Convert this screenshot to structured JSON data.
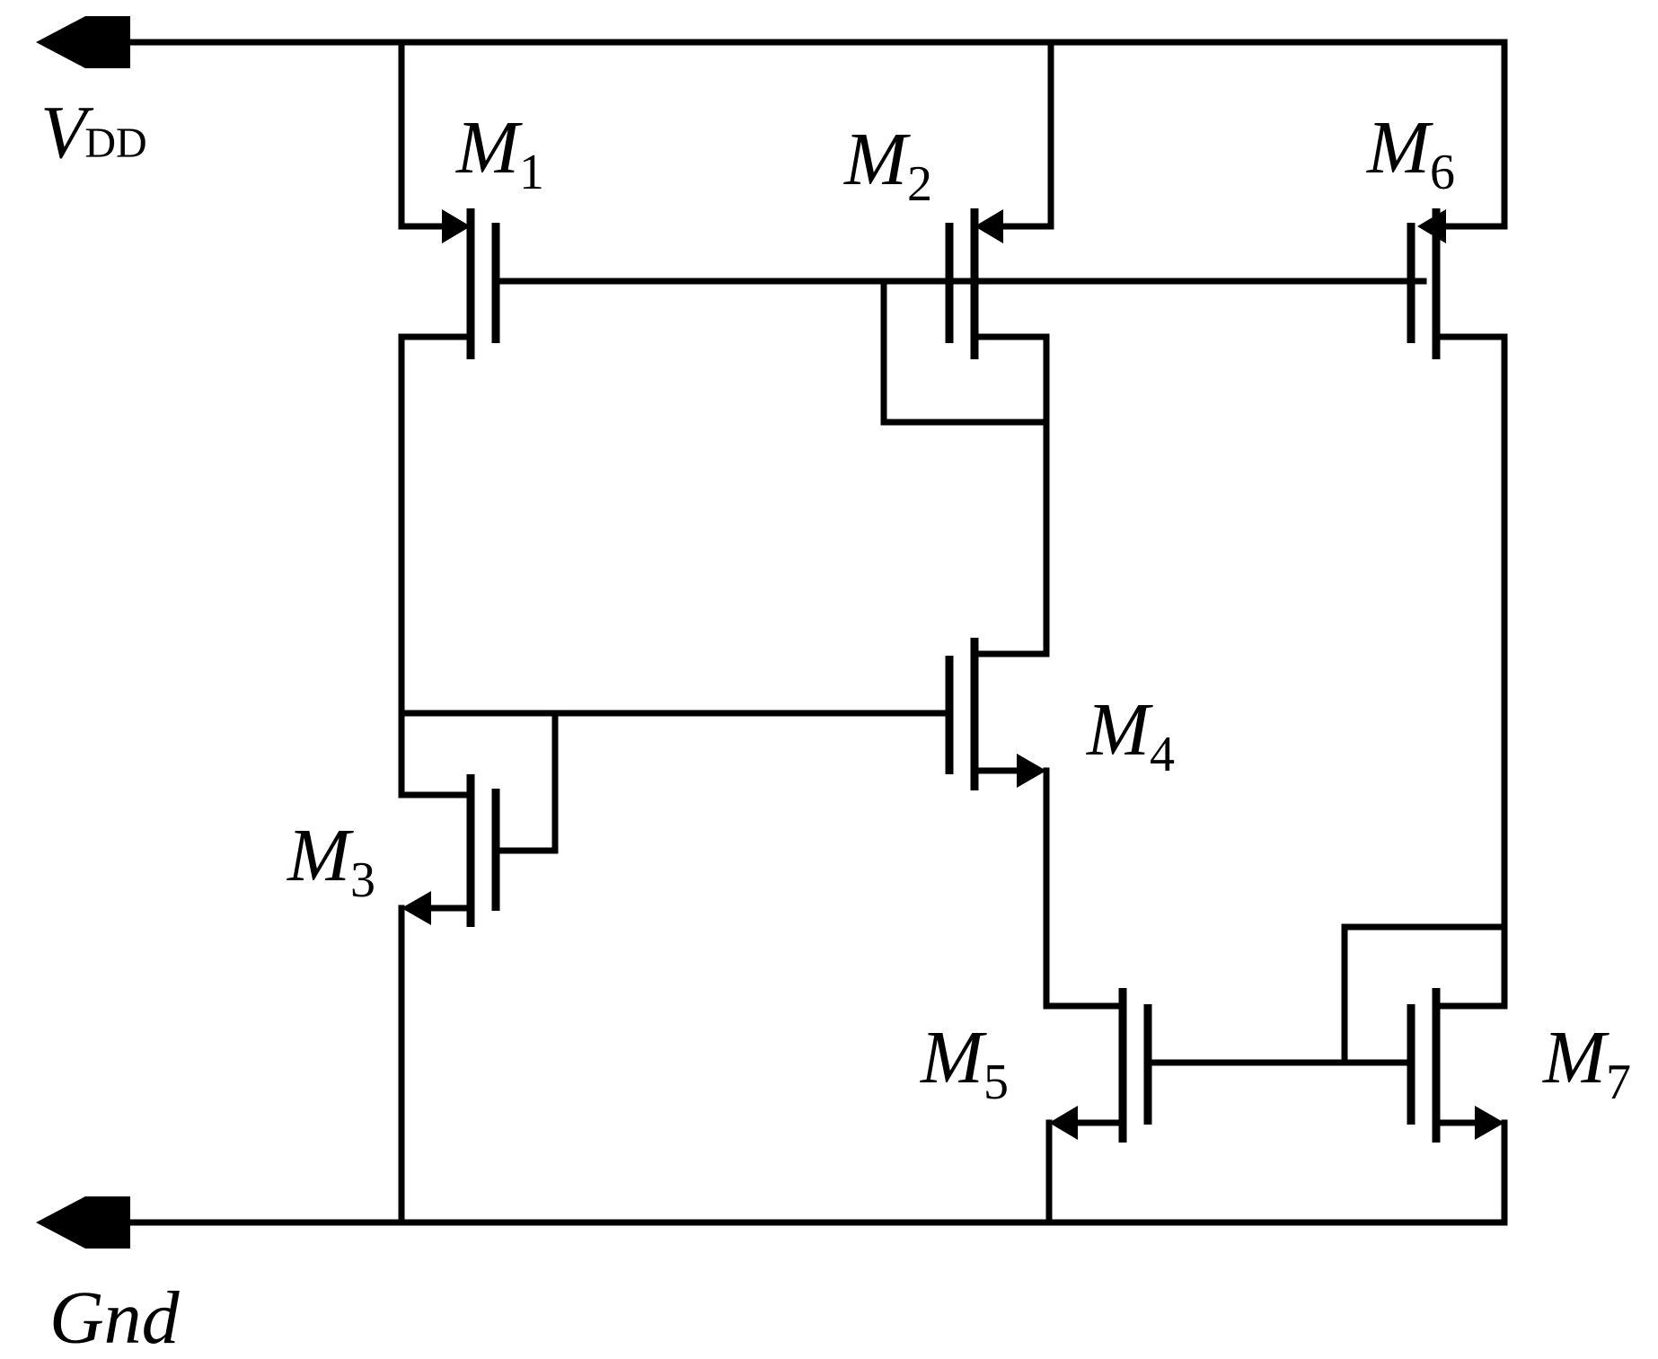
{
  "labels": {
    "vdd": {
      "main": "V",
      "sub": "DD"
    },
    "gnd": "Gnd",
    "m1": {
      "main": "M",
      "sub": "1"
    },
    "m2": {
      "main": "M",
      "sub": "2"
    },
    "m3": {
      "main": "M",
      "sub": "3"
    },
    "m4": {
      "main": "M",
      "sub": "4"
    },
    "m5": {
      "main": "M",
      "sub": "5"
    },
    "m6": {
      "main": "M",
      "sub": "6"
    },
    "m7": {
      "main": "M",
      "sub": "7"
    }
  },
  "colors": {
    "ink": "#000000",
    "background": "#ffffff"
  }
}
